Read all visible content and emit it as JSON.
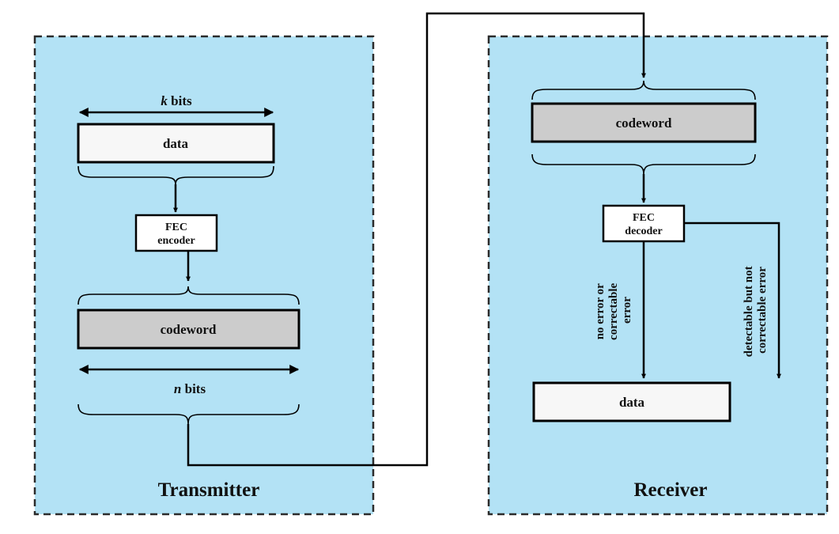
{
  "transmitter": {
    "title": "Transmitter",
    "k_var": "k",
    "k_suffix": " bits",
    "data_label": "data",
    "encoder_line1": "FEC",
    "encoder_line2": "encoder",
    "codeword_label": "codeword",
    "n_var": "n",
    "n_suffix": " bits"
  },
  "receiver": {
    "title": "Receiver",
    "codeword_label": "codeword",
    "decoder_line1": "FEC",
    "decoder_line2": "decoder",
    "no_error_line1": "no error or",
    "no_error_line2": "correctable",
    "no_error_line3": "error",
    "detectable_line1": "detectable but not",
    "detectable_line2": "correctable error",
    "data_label": "data"
  },
  "colors": {
    "panel_fill": "#b3e2f5",
    "codeword_fill": "#cccccc",
    "data_fill": "#f7f7f7"
  }
}
